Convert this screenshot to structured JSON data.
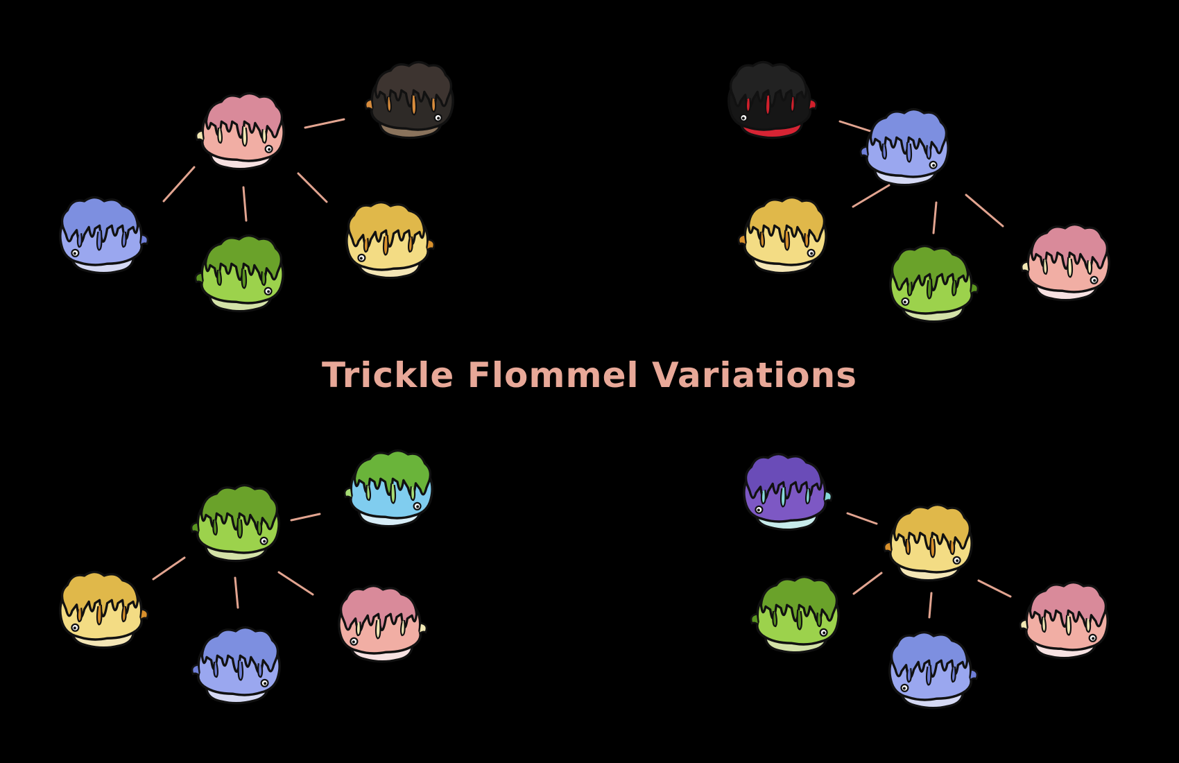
{
  "title": "Trickle Flommel Variations",
  "colors": {
    "background": "#000000",
    "title": "#e8a898",
    "connector": "#e2a490",
    "outline": "#111111"
  },
  "palettes": {
    "pink": {
      "cap": "#d98a9a",
      "body": "#f1aea4",
      "drip": "#f2e8b4",
      "belly": "#f7e2e2"
    },
    "brown": {
      "cap": "#3d3430",
      "body": "#2e2a27",
      "drip": "#d88c3c",
      "belly": "#8a735c"
    },
    "blue": {
      "cap": "#7d8fe0",
      "body": "#9aa7ef",
      "drip": "#6f7fd8",
      "belly": "#d5d9f4"
    },
    "green": {
      "cap": "#6aa22a",
      "body": "#9cd24c",
      "drip": "#5a9420",
      "belly": "#d4e2a8"
    },
    "yellow": {
      "cap": "#e0b84a",
      "body": "#f3dc84",
      "drip": "#d8902c",
      "belly": "#f4e6b6"
    },
    "red": {
      "cap": "#222222",
      "body": "#161616",
      "drip": "#d0202c",
      "belly": "#d62434"
    },
    "aqua": {
      "cap": "#6ab43a",
      "body": "#80cdef",
      "drip": "#a6dc74",
      "belly": "#d8eef8"
    },
    "purple": {
      "cap": "#6a4cb8",
      "body": "#7d58c4",
      "drip": "#86d8d8",
      "belly": "#c8ecec"
    }
  },
  "groups": [
    {
      "center": {
        "palette": "pink"
      },
      "variants": [
        {
          "palette": "brown"
        },
        {
          "palette": "blue"
        },
        {
          "palette": "green"
        },
        {
          "palette": "yellow"
        }
      ]
    },
    {
      "center": {
        "palette": "blue"
      },
      "variants": [
        {
          "palette": "red"
        },
        {
          "palette": "yellow"
        },
        {
          "palette": "green"
        },
        {
          "palette": "pink"
        }
      ]
    },
    {
      "center": {
        "palette": "green"
      },
      "variants": [
        {
          "palette": "aqua"
        },
        {
          "palette": "yellow"
        },
        {
          "palette": "blue"
        },
        {
          "palette": "pink"
        }
      ]
    },
    {
      "center": {
        "palette": "yellow"
      },
      "variants": [
        {
          "palette": "purple"
        },
        {
          "palette": "green"
        },
        {
          "palette": "blue"
        },
        {
          "palette": "pink"
        }
      ]
    }
  ]
}
